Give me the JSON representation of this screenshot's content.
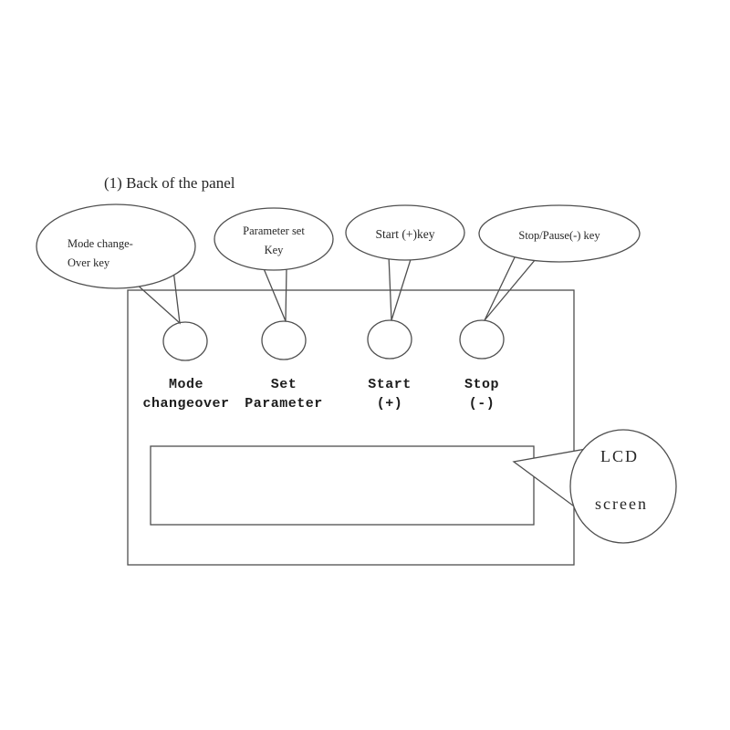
{
  "title": "(1) Back of the panel",
  "callouts": {
    "mode": {
      "lines": [
        "Mode change-",
        "Over key"
      ]
    },
    "param": {
      "lines": [
        "Parameter set",
        "Key"
      ]
    },
    "start": {
      "lines": [
        "Start (+)key"
      ]
    },
    "stop": {
      "lines": [
        "Stop/Pause(-) key"
      ]
    },
    "lcd": {
      "lines": [
        "LCD",
        "screen"
      ]
    }
  },
  "buttons": {
    "mode": {
      "lines": [
        "Mode",
        "changeover"
      ]
    },
    "set": {
      "lines": [
        "Set",
        "Parameter"
      ]
    },
    "start": {
      "lines": [
        "Start",
        "(+)"
      ]
    },
    "stop": {
      "lines": [
        "Stop",
        "(-)"
      ]
    }
  },
  "colors": {
    "line": "#4f4f4f",
    "text": "#262626",
    "background": "#ffffff"
  }
}
